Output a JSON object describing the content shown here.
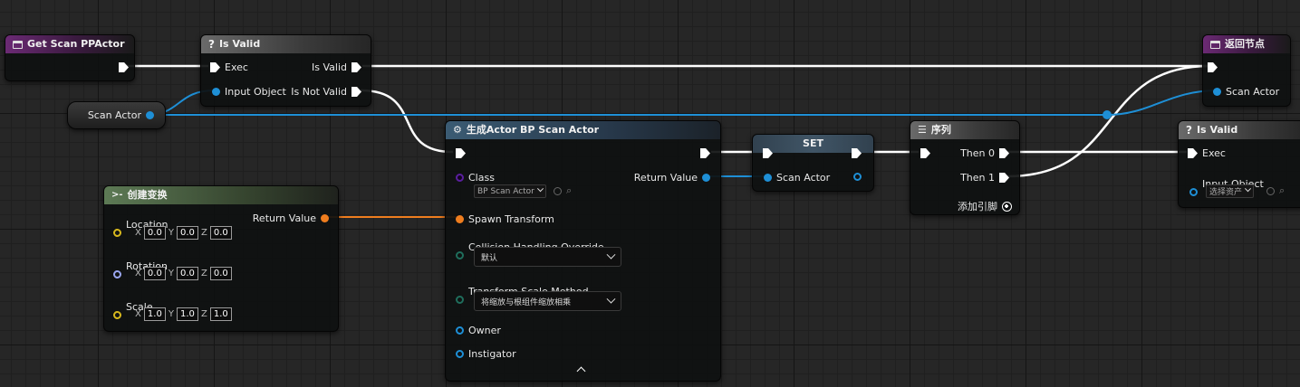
{
  "nodes": {
    "get_scan_ppactor": {
      "title": "Get Scan PPActor"
    },
    "is_valid_1": {
      "title": "Is Valid",
      "exec_label": "Exec",
      "input_label": "Input Object",
      "out_valid": "Is Valid",
      "out_not_valid": "Is Not Valid"
    },
    "scan_actor_var": {
      "label": "Scan Actor"
    },
    "spawn_actor": {
      "title": "生成Actor BP Scan Actor",
      "class_label": "Class",
      "class_value": "BP Scan Actor",
      "spawn_transform": "Spawn Transform",
      "collision_label": "Collision Handling Override",
      "collision_value": "默认",
      "scale_method_label": "Transform Scale Method",
      "scale_method_value": "将缩放与根组件缩放相乘",
      "owner": "Owner",
      "instigator": "Instigator",
      "return_value": "Return Value"
    },
    "make_transform": {
      "title": "创建变换",
      "location": "Location",
      "rotation": "Rotation",
      "scale": "Scale",
      "return_value": "Return Value",
      "location_xyz": [
        "0.0",
        "0.0",
        "0.0"
      ],
      "rotation_xyz": [
        "0.0",
        "0.0",
        "0.0"
      ],
      "scale_xyz": [
        "1.0",
        "1.0",
        "1.0"
      ]
    },
    "set_node": {
      "title": "SET",
      "scan_actor": "Scan Actor"
    },
    "sequence": {
      "title": "序列",
      "then0": "Then 0",
      "then1": "Then 1",
      "add_pin": "添加引脚"
    },
    "return_node": {
      "title": "返回节点",
      "scan_actor": "Scan Actor"
    },
    "is_valid_2": {
      "title": "Is Valid",
      "exec_label": "Exec",
      "input_label": "Input Object",
      "select_asset": "选择资产"
    }
  },
  "axis_labels": {
    "x": "X",
    "y": "Y",
    "z": "Z"
  },
  "colors": {
    "exec": "#ffffff",
    "object": "#1e8fd6",
    "transform": "#ef7d1e",
    "vector": "#d7b81d",
    "rotator": "#9aa6ef",
    "class": "#5a1f9e"
  }
}
